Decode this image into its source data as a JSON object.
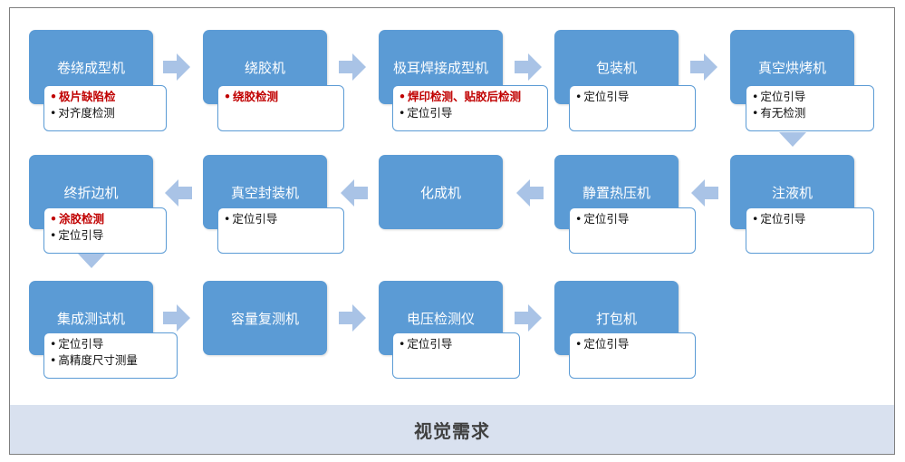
{
  "footer": {
    "title": "视觉需求"
  },
  "colors": {
    "machine_fill": "#5b9bd5",
    "box_border": "#5b9bd5",
    "highlight_text": "#c00000",
    "arrow_fill": "#a9c3e6",
    "footer_fill": "#d9e1ef"
  },
  "machines": [
    {
      "id": "m1",
      "name": "卷绕成型机",
      "requirements": [
        {
          "text": "极片缺陷检",
          "highlight": true
        },
        {
          "text": "对齐度检测",
          "highlight": false
        }
      ]
    },
    {
      "id": "m2",
      "name": "绕胶机",
      "requirements": [
        {
          "text": "绕胶检测",
          "highlight": true
        }
      ]
    },
    {
      "id": "m3",
      "name": "极耳焊接成型机",
      "requirements": [
        {
          "text": "焊印检测、贴胶后检测",
          "highlight": true
        },
        {
          "text": "定位引导",
          "highlight": false
        }
      ]
    },
    {
      "id": "m4",
      "name": "包装机",
      "requirements": [
        {
          "text": "定位引导",
          "highlight": false
        }
      ]
    },
    {
      "id": "m5",
      "name": "真空烘烤机",
      "requirements": [
        {
          "text": "定位引导",
          "highlight": false
        },
        {
          "text": "有无检测",
          "highlight": false
        }
      ]
    },
    {
      "id": "m6",
      "name": "注液机",
      "requirements": [
        {
          "text": "定位引导",
          "highlight": false
        }
      ]
    },
    {
      "id": "m7",
      "name": "静置热压机",
      "requirements": [
        {
          "text": "定位引导",
          "highlight": false
        }
      ]
    },
    {
      "id": "m8",
      "name": "化成机",
      "requirements": []
    },
    {
      "id": "m9",
      "name": "真空封装机",
      "requirements": [
        {
          "text": "定位引导",
          "highlight": false
        }
      ]
    },
    {
      "id": "m10",
      "name": "终折边机",
      "requirements": [
        {
          "text": "涂胶检测",
          "highlight": true
        },
        {
          "text": "定位引导",
          "highlight": false
        }
      ]
    },
    {
      "id": "m11",
      "name": "集成测试机",
      "requirements": [
        {
          "text": "定位引导",
          "highlight": false
        },
        {
          "text": "高精度尺寸测量",
          "highlight": false
        }
      ]
    },
    {
      "id": "m12",
      "name": "容量复测机",
      "requirements": []
    },
    {
      "id": "m13",
      "name": "电压检测仪",
      "requirements": [
        {
          "text": "定位引导",
          "highlight": false
        }
      ]
    },
    {
      "id": "m14",
      "name": "打包机",
      "requirements": [
        {
          "text": "定位引导",
          "highlight": false
        }
      ]
    }
  ]
}
